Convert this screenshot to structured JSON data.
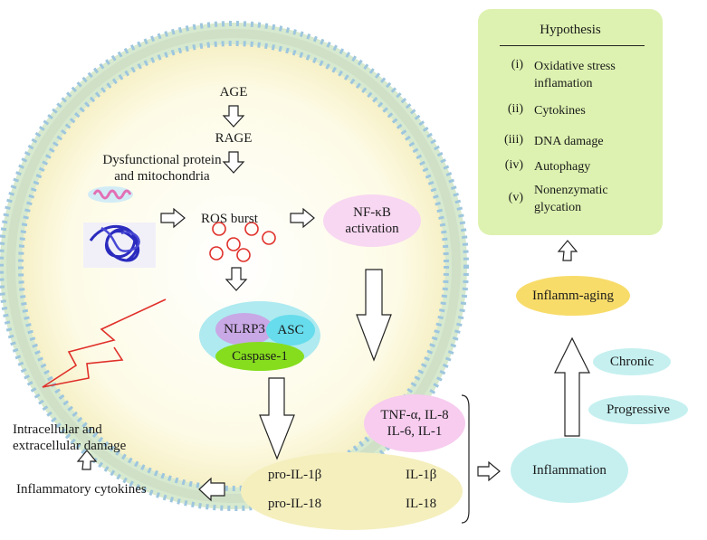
{
  "cell": {
    "age": "AGE",
    "rage": "RAGE",
    "dysfunctional_line1": "Dysfunctional protein",
    "dysfunctional_line2": "and mitochondria",
    "ros_burst": "ROS burst",
    "nfkb_line1": "NF-κB",
    "nfkb_line2": "activation",
    "nlrp3": "NLRP3",
    "asc": "ASC",
    "caspase": "Caspase-1"
  },
  "damage": {
    "line1": "Intracellular and",
    "line2": "extracellular damage"
  },
  "inflammatory_cytokines": "Inflammatory cytokines",
  "cytokine_oval": {
    "line1": "TNF-α, IL-8",
    "line2": "IL-6, IL-1"
  },
  "interleukins": {
    "pro_il1b": "pro-IL-1β",
    "il1b": "IL-1β",
    "pro_il18": "pro-IL-18",
    "il18": "IL-18"
  },
  "inflammation": "Inflammation",
  "inflamm_aging": "Inflamm-aging",
  "chronic": "Chronic",
  "progressive": "Progressive",
  "hypothesis": {
    "title": "Hypothesis",
    "items": [
      {
        "num": "(i)",
        "line1": "Oxidative stress",
        "line2": "inflamation"
      },
      {
        "num": "(ii)",
        "line1": "Cytokines",
        "line2": ""
      },
      {
        "num": "(iii)",
        "line1": "DNA damage",
        "line2": ""
      },
      {
        "num": "(iv)",
        "line1": "Autophagy",
        "line2": ""
      },
      {
        "num": "(v)",
        "line1": "Nonenzymatic",
        "line2": "glycation"
      }
    ]
  },
  "colors": {
    "hypothesis_box": "#ddf2b0",
    "nfkb_oval": "#f8d7f2",
    "nlrp3_oval": "#c9a8e6",
    "asc_oval": "#66dcec",
    "caspase_oval": "#86dd1e",
    "inflammasome_bg": "#aeeaf0",
    "cytokine_oval": "#f7ccef",
    "interleukin_oval": "#f5efbe",
    "inflammation_oval": "#c6f0f0",
    "inflamm_aging_oval": "#f8dc6a",
    "chronic_oval": "#c6f0f0",
    "progressive_oval": "#c6f0f0",
    "ros_circle": "#e0302a",
    "damage_bolt": "#e0302a"
  }
}
